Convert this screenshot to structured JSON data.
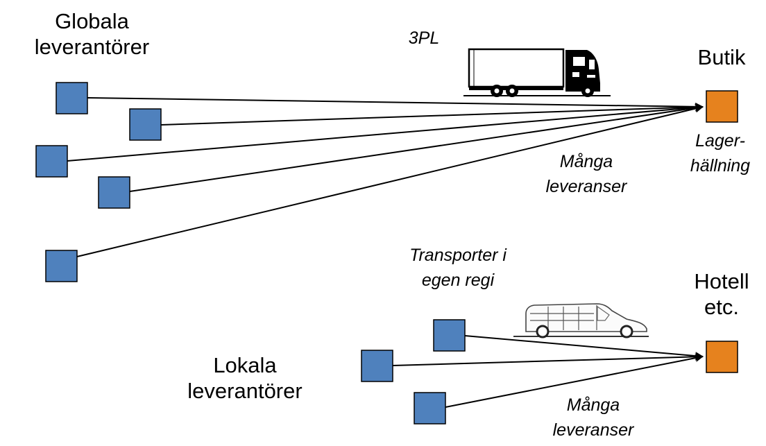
{
  "colors": {
    "supplier_node": "#4F81BD",
    "customer_node": "#E6821E",
    "node_border": "#000000",
    "line": "#000000"
  },
  "global": {
    "group_label_line1": "Globala",
    "group_label_line2": "leverantörer",
    "carrier_label": "3PL",
    "carrier_icon": "truck-icon",
    "destination_label": "Butik",
    "storage_label_line1": "Lager-",
    "storage_label_line2": "hällning",
    "deliveries_label_line1": "Många",
    "deliveries_label_line2": "leveranser"
  },
  "local": {
    "group_label_line1": "Lokala",
    "group_label_line2": "leverantörer",
    "carrier_label_line1": "Transporter i",
    "carrier_label_line2": "egen regi",
    "carrier_icon": "van-icon",
    "destination_label_line1": "Hotell",
    "destination_label_line2": "etc.",
    "deliveries_label_line1": "Många",
    "deliveries_label_line2": "leveranser"
  }
}
